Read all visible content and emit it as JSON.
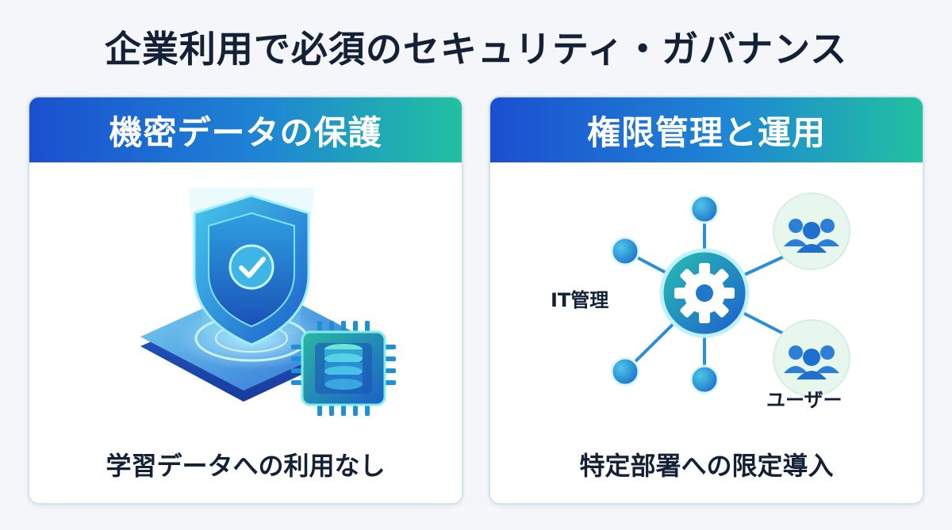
{
  "page": {
    "title": "企業利用で必須のセキュリティ・ガバナンス"
  },
  "cards": [
    {
      "header": "機密データの保護",
      "caption": "学習データへの利用なし",
      "icons": [
        "shield-check-icon",
        "data-chip-icon"
      ]
    },
    {
      "header": "権限管理と運用",
      "caption": "特定部署への限定導入",
      "labels": {
        "admin": "IT管理",
        "user": "ユーザー"
      },
      "icons": [
        "gear-hub-icon",
        "user-group-icon"
      ]
    }
  ],
  "colors": {
    "header_start": "#1b4fd0",
    "header_end": "#20c1a0",
    "node_blue": "#1f8fd6",
    "title_text": "#142036"
  }
}
